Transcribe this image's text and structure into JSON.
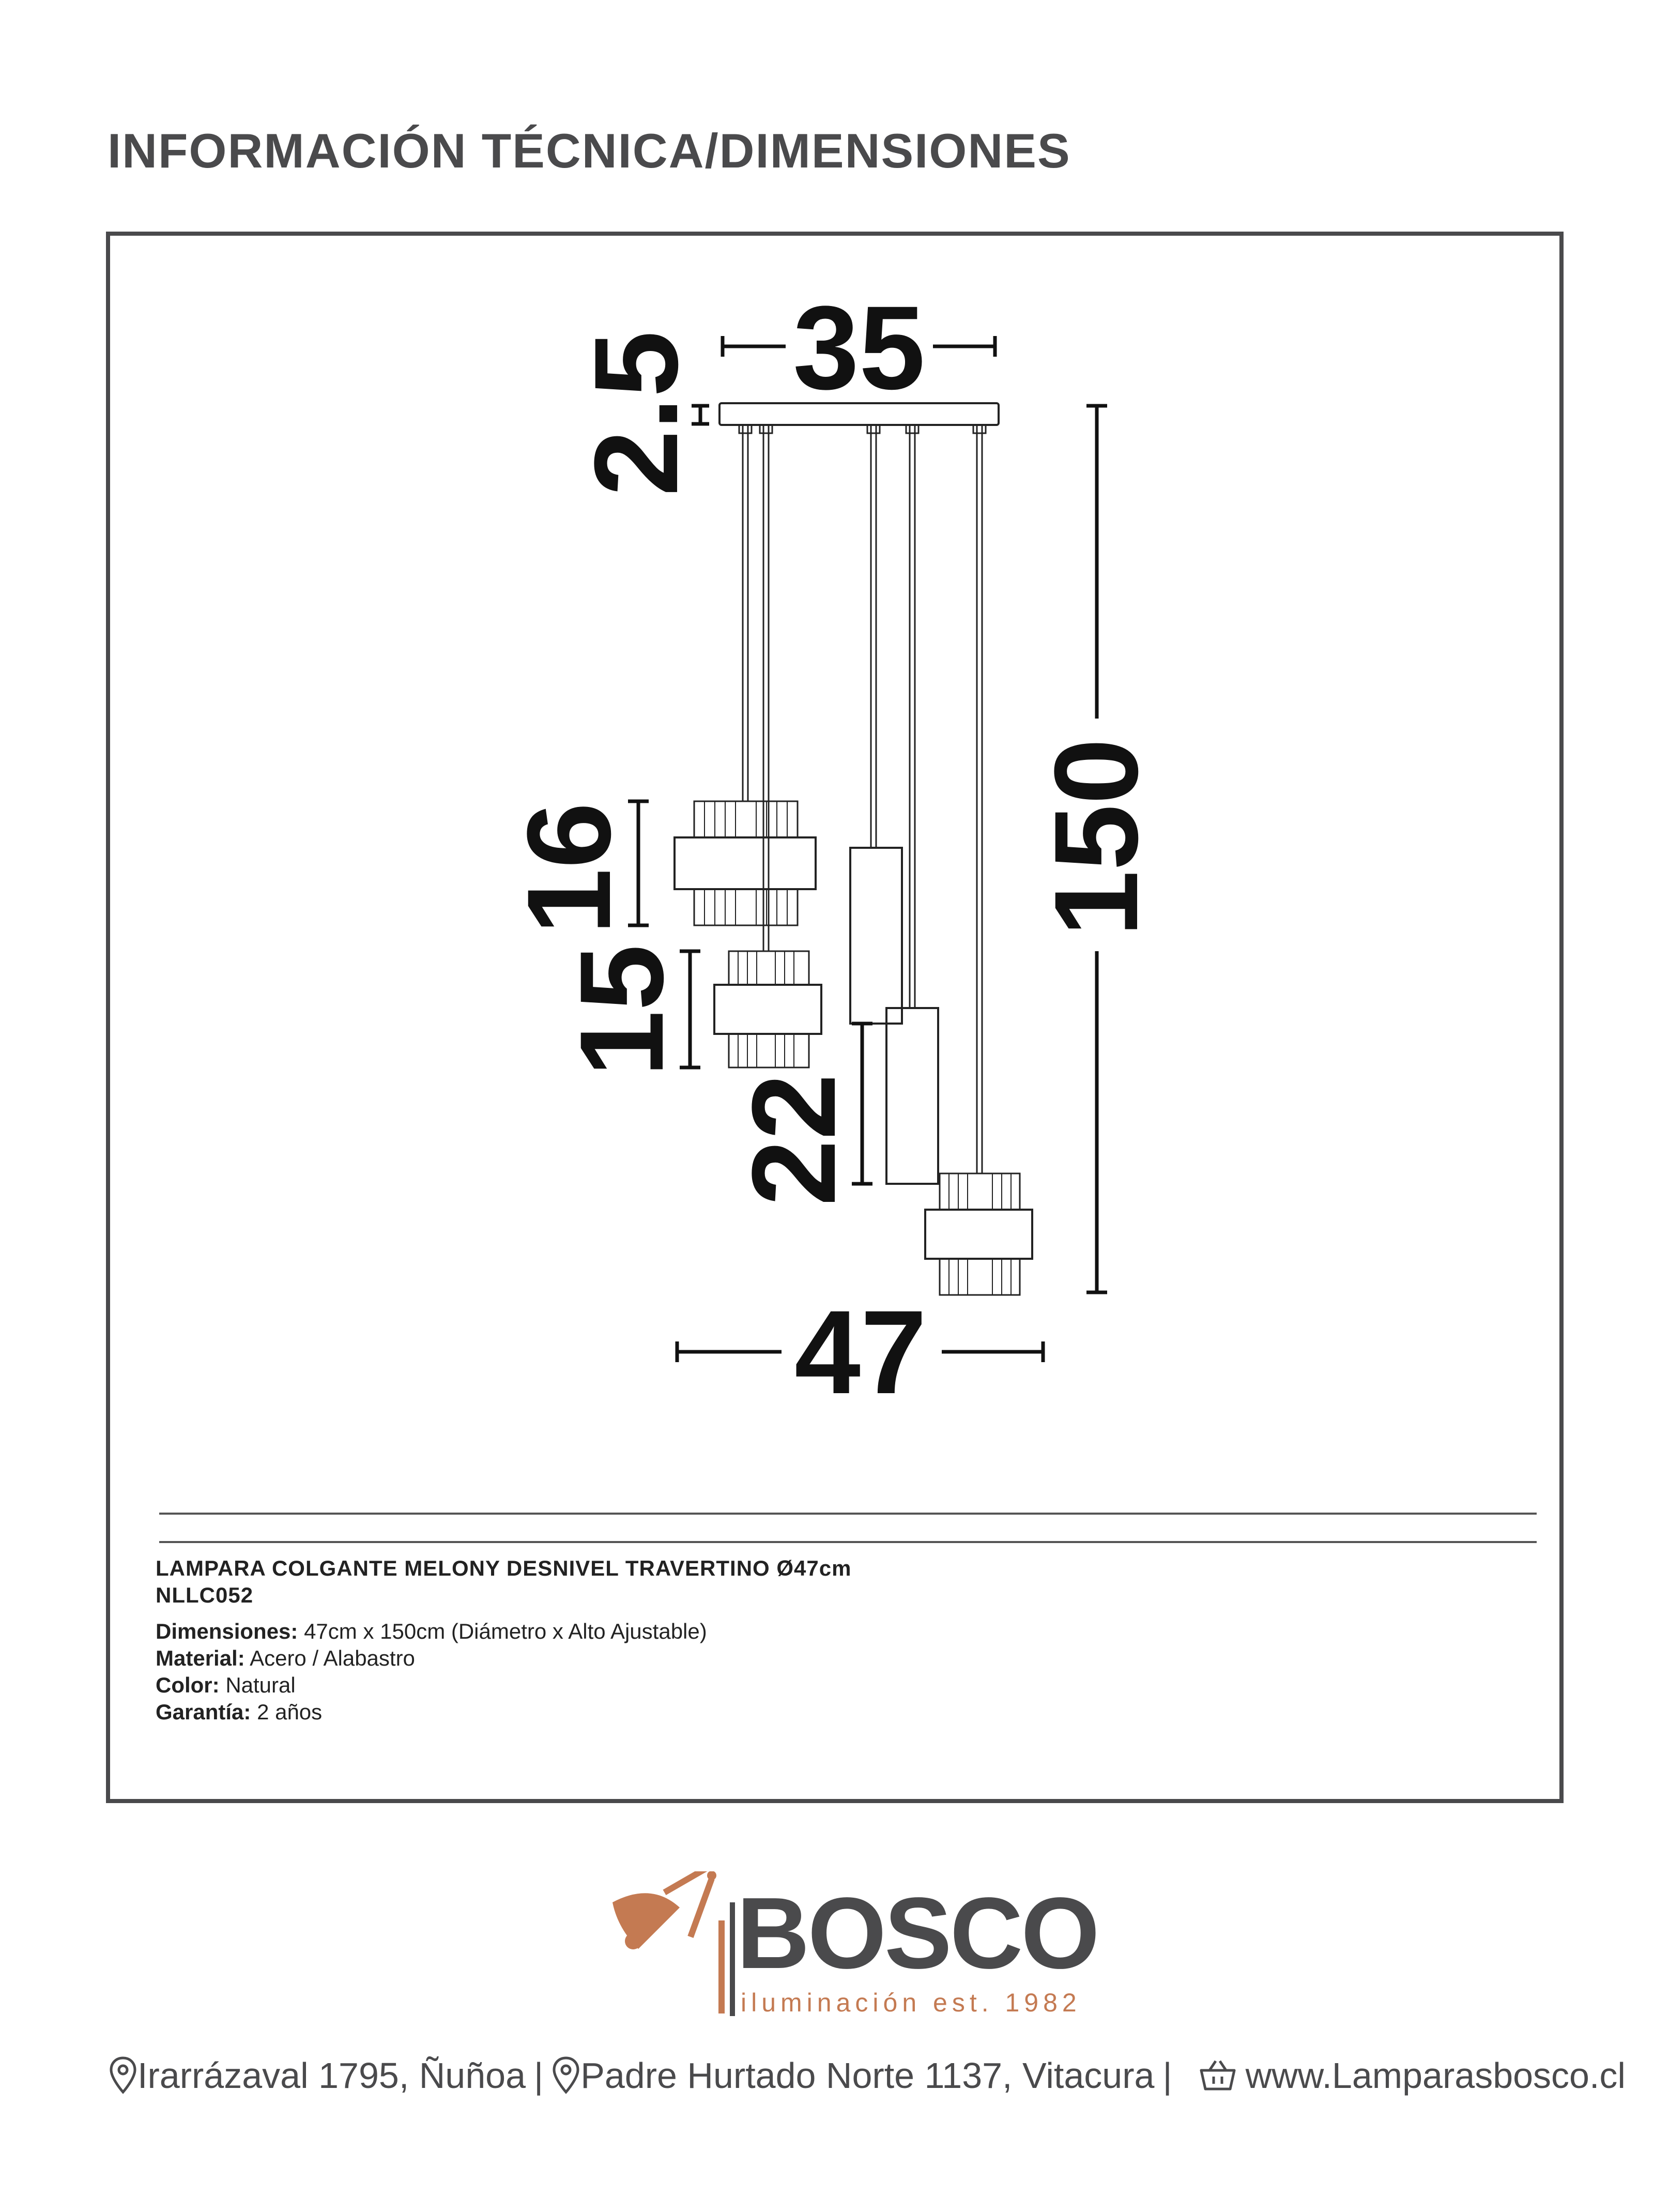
{
  "page": {
    "title": "INFORMACIÓN TÉCNICA/DIMENSIONES"
  },
  "dimensions": {
    "top_width": "35",
    "canopy_height": "2.5",
    "total_height": "150",
    "shade_a_height": "16",
    "shade_b_height": "15",
    "cylinder_height": "22",
    "total_width": "47"
  },
  "product": {
    "title": "LAMPARA COLGANTE MELONY DESNIVEL TRAVERTINO Ø47cm",
    "code": "NLLC052",
    "specs": [
      {
        "label": "Dimensiones:",
        "value": "47cm x 150cm (Diámetro x Alto Ajustable)"
      },
      {
        "label": "Material:",
        "value": "Acero / Alabastro"
      },
      {
        "label": "Color:",
        "value": "Natural"
      },
      {
        "label": "Garantía:",
        "value": "2 años"
      }
    ]
  },
  "brand": {
    "name": "BOSCO",
    "tagline": "iluminación est. 1982",
    "logo_icon": "desk-lamp-icon",
    "accent_color": "#c47a52",
    "text_color": "#4a4a4c"
  },
  "footer": {
    "address_1": "Irarrázaval 1795, Ñuñoa",
    "separator": "|",
    "address_2": "Padre Hurtado Norte 1137, Vitacura",
    "website": "www.Lamparasbosco.cl",
    "icons": [
      "location-pin-icon",
      "location-pin-icon",
      "shopping-basket-icon"
    ]
  }
}
